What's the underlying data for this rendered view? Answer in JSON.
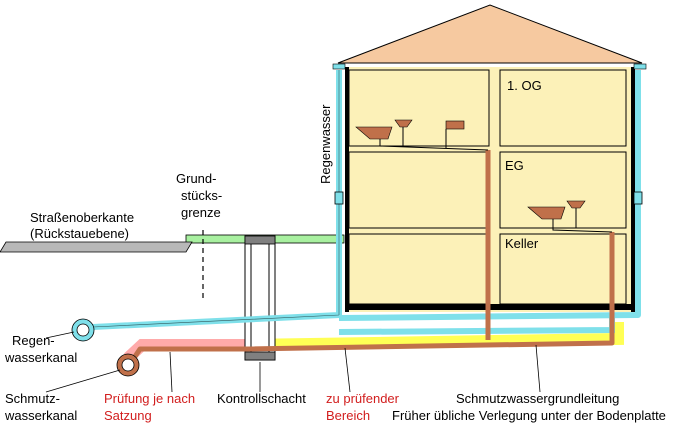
{
  "colors": {
    "roof": "#f6c9a0",
    "house_fill": "#fcf1b8",
    "wall": "#000000",
    "rain_pipe": "#7fe0ea",
    "sewer_pipe": "#c0704a",
    "check_zone": "#ffff55",
    "statute_zone": "#ffaaaa",
    "grass": "#a8f0a0",
    "road": "#b8b8b8",
    "shaft": "#808080",
    "red_text": "#d21e1e"
  },
  "labels": {
    "road_line1": "Straßenoberkante",
    "road_line2": "(Rückstauebene)",
    "boundary_line1": "Grund-",
    "boundary_line2": "stücks-",
    "boundary_line3": "grenze",
    "rain_vertical": "Regenwasser",
    "rain_canal_line1": "Regen-",
    "rain_canal_line2": "wasserkanal",
    "sewer_canal_line1": "Schmutz-",
    "sewer_canal_line2": "wasserkanal",
    "statute_line1": "Prüfung je nach",
    "statute_line2": "Satzung",
    "shaft": "Kontrollschacht",
    "check_area_line1": "zu prüfender",
    "check_area_line2": "Bereich",
    "sewer_main": "Schmutzwassergrundleitung",
    "sewer_main_note": "Früher übliche Verlegung unter der Bodenplatte"
  },
  "rooms": {
    "upper": "1. OG",
    "ground": "EG",
    "basement": "Keller"
  }
}
